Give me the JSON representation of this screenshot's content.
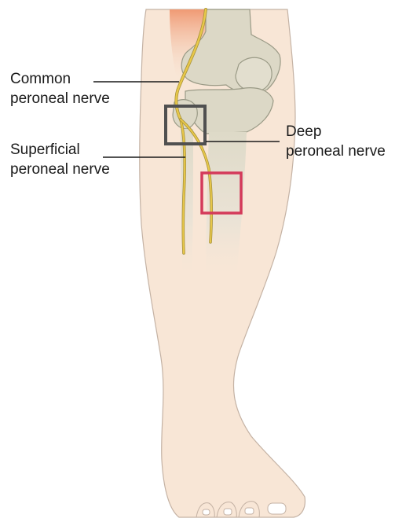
{
  "labels": {
    "common": [
      "Common",
      "peroneal nerve"
    ],
    "superficial": [
      "Superficial",
      "peroneal nerve"
    ],
    "deep": [
      "Deep",
      "peroneal nerve"
    ]
  },
  "colors": {
    "skin": "#f8e6d6",
    "skin_outline": "#c4b2a4",
    "muscle": "#f2a07e",
    "bone": "#dcd8c6",
    "bone_outline": "#9a9a86",
    "nerve": "#e8c84a",
    "nerve_outline": "#a8923a",
    "gray_box": "#505050",
    "red_box": "#d43a5a",
    "leader_line": "#1a1a1a"
  },
  "icons": {
    "gray_box": "knee-region-highlight",
    "red_box": "shin-region-highlight"
  }
}
